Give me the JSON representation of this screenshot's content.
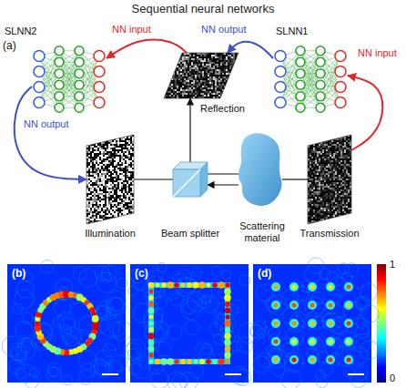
{
  "diagram": {
    "title": "Sequential neural networks",
    "nodes": [
      {
        "text": [
          "SLNN2"
        ]
      },
      {
        "text": [
          "SLNN1"
        ]
      },
      {
        "text": [
          "Reflection"
        ]
      },
      {
        "text": [
          "Illumination"
        ]
      },
      {
        "text": [
          "Beam splitter"
        ]
      },
      {
        "text": [
          "Scattering material"
        ]
      },
      {
        "text": [
          "Transmission"
        ]
      },
      {
        "text": [
          "(b)"
        ]
      },
      {
        "text": [
          "(c)"
        ]
      },
      {
        "text": [
          "(d)"
        ]
      }
    ],
    "edges": [
      {
        "from": 6,
        "to": 1,
        "arrow": "to",
        "label": "NN input"
      },
      {
        "from": 1,
        "to": 2,
        "arrow": "to",
        "label": "NN output"
      },
      {
        "from": 2,
        "to": 0,
        "arrow": "to",
        "label": "NN input"
      },
      {
        "from": 0,
        "to": 3,
        "arrow": "to",
        "label": "NN output"
      },
      {
        "from": 3,
        "to": 4,
        "arrow": "none"
      },
      {
        "from": 4,
        "to": 2,
        "arrow": "to"
      },
      {
        "from": 4,
        "to": 5,
        "arrow": "none"
      },
      {
        "from": 5,
        "to": 4,
        "arrow": "to"
      },
      {
        "from": 5,
        "to": 6,
        "arrow": "none"
      }
    ],
    "labels": [
      "(a)",
      "1",
      "0"
    ]
  }
}
